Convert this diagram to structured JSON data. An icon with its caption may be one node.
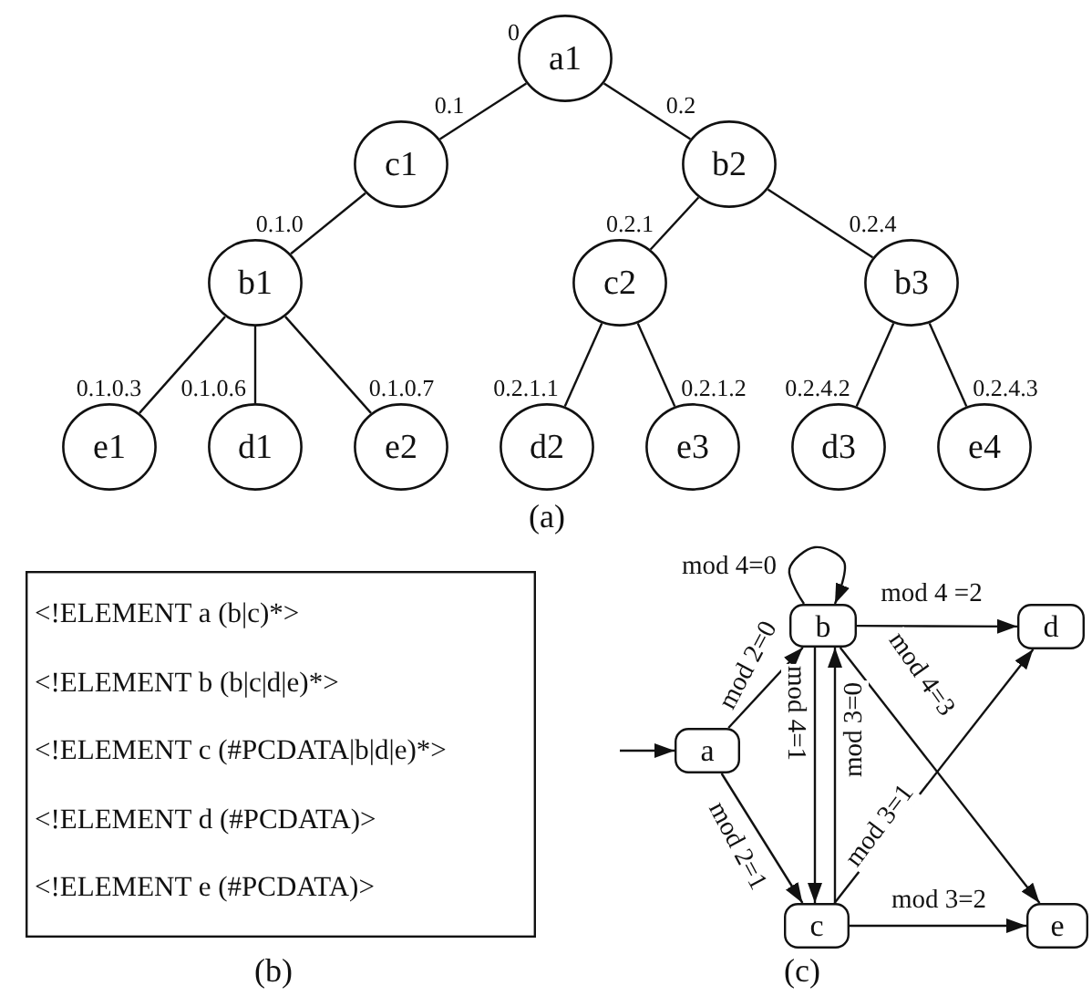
{
  "diagram": {
    "nodes": [
      {
        "text": [
          "a1"
        ],
        "beside": [
          "0"
        ]
      },
      {
        "text": [
          "c1"
        ],
        "beside": [
          "0.1"
        ]
      },
      {
        "text": [
          "b2"
        ],
        "beside": [
          "0.2"
        ]
      },
      {
        "text": [
          "b1"
        ],
        "beside": [
          "0.1.0"
        ]
      },
      {
        "text": [
          "c2"
        ],
        "beside": [
          "0.2.1"
        ]
      },
      {
        "text": [
          "b3"
        ],
        "beside": [
          "0.2.4"
        ]
      },
      {
        "text": [
          "e1"
        ],
        "beside": [
          "0.1.0.3"
        ]
      },
      {
        "text": [
          "d1"
        ],
        "beside": [
          "0.1.0.6"
        ]
      },
      {
        "text": [
          "e2"
        ],
        "beside": [
          "0.1.0.7"
        ]
      },
      {
        "text": [
          "d2"
        ],
        "beside": [
          "0.2.1.1"
        ]
      },
      {
        "text": [
          "e3"
        ],
        "beside": [
          "0.2.1.2"
        ]
      },
      {
        "text": [
          "d3"
        ],
        "beside": [
          "0.2.4.2"
        ]
      },
      {
        "text": [
          "e4"
        ],
        "beside": [
          "0.2.4.3"
        ]
      },
      {
        "text": [
          "<!ELEMENT a (b|c)*>",
          "<!ELEMENT b (b|c|d|e)*>",
          "<!ELEMENT c (#PCDATA|b|d|e)*>",
          "<!ELEMENT d (#PCDATA)>",
          "<!ELEMENT e (#PCDATA)>"
        ]
      },
      {
        "text": [
          "a"
        ]
      },
      {
        "text": [
          "b"
        ]
      },
      {
        "text": [
          "c"
        ]
      },
      {
        "text": [
          "d"
        ]
      },
      {
        "text": [
          "e"
        ]
      }
    ],
    "edges": [
      {
        "from": 0,
        "to": 1,
        "arrow": "none"
      },
      {
        "from": 0,
        "to": 2,
        "arrow": "none"
      },
      {
        "from": 1,
        "to": 3,
        "arrow": "none"
      },
      {
        "from": 2,
        "to": 4,
        "arrow": "none"
      },
      {
        "from": 2,
        "to": 5,
        "arrow": "none"
      },
      {
        "from": 3,
        "to": 6,
        "arrow": "none"
      },
      {
        "from": 3,
        "to": 7,
        "arrow": "none"
      },
      {
        "from": 3,
        "to": 8,
        "arrow": "none"
      },
      {
        "from": 4,
        "to": 9,
        "arrow": "none"
      },
      {
        "from": 4,
        "to": 10,
        "arrow": "none"
      },
      {
        "from": 5,
        "to": 11,
        "arrow": "none"
      },
      {
        "from": 5,
        "to": 12,
        "arrow": "none"
      },
      {
        "from": null,
        "to": 14,
        "arrow": "to"
      },
      {
        "from": 14,
        "to": 15,
        "arrow": "to",
        "label": "mod 2=0"
      },
      {
        "from": 14,
        "to": 16,
        "arrow": "to",
        "label": "mod 2=1"
      },
      {
        "from": 15,
        "to": 15,
        "arrow": "to",
        "label": "mod 4=0"
      },
      {
        "from": 15,
        "to": 16,
        "arrow": "to",
        "label": "mod 4=1"
      },
      {
        "from": 16,
        "to": 15,
        "arrow": "to",
        "label": "mod 3=0"
      },
      {
        "from": 15,
        "to": 17,
        "arrow": "to",
        "label": "mod 4 =2"
      },
      {
        "from": 15,
        "to": 18,
        "arrow": "to",
        "label": "mod 4=3"
      },
      {
        "from": 16,
        "to": 17,
        "arrow": "to",
        "label": "mod 3=1"
      },
      {
        "from": 16,
        "to": 18,
        "arrow": "to",
        "label": "mod 3=2"
      }
    ],
    "labels": [
      "(a)",
      "(b)",
      "(c)"
    ]
  }
}
